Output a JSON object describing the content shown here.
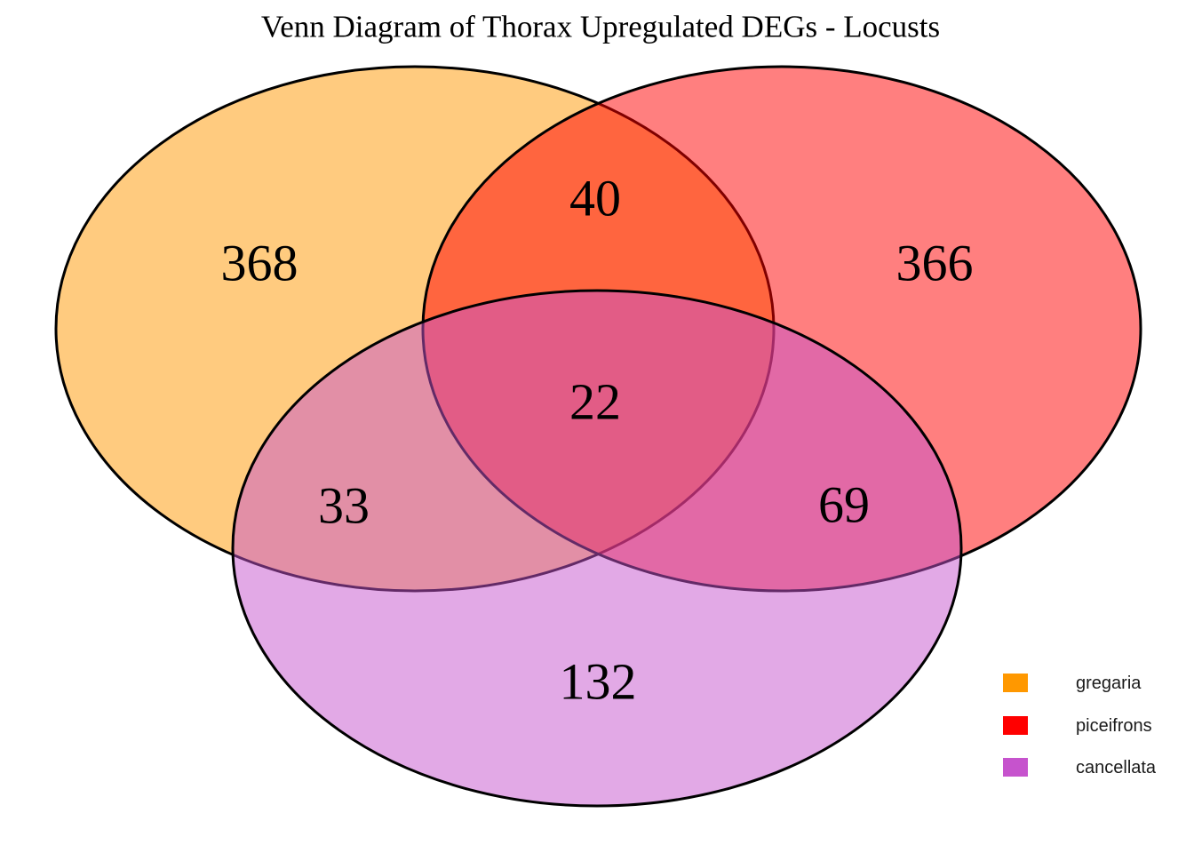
{
  "title": "Venn Diagram of Thorax Upregulated DEGs - Locusts",
  "colors": {
    "gregaria": "#FF9800",
    "piceifrons": "#FF0000",
    "cancellata": "#C653CD",
    "outline": "#000000",
    "text": "#000000",
    "background": "#FFFFFF"
  },
  "chart_data": {
    "type": "venn",
    "title": "Venn Diagram of Thorax Upregulated DEGs - Locusts",
    "sets": [
      "gregaria",
      "piceifrons",
      "cancellata"
    ],
    "regions": [
      {
        "sets": [
          "gregaria"
        ],
        "value": 368
      },
      {
        "sets": [
          "piceifrons"
        ],
        "value": 366
      },
      {
        "sets": [
          "gregaria",
          "piceifrons"
        ],
        "value": 40
      },
      {
        "sets": [
          "gregaria",
          "piceifrons",
          "cancellata"
        ],
        "value": 22
      },
      {
        "sets": [
          "gregaria",
          "cancellata"
        ],
        "value": 33
      },
      {
        "sets": [
          "piceifrons",
          "cancellata"
        ],
        "value": 69
      },
      {
        "sets": [
          "cancellata"
        ],
        "value": 132
      }
    ],
    "legend_position": "bottom-right",
    "fill_opacity": 0.5
  },
  "legend": {
    "items": [
      {
        "label": "gregaria",
        "color": "#FF9800"
      },
      {
        "label": "piceifrons",
        "color": "#FF0000"
      },
      {
        "label": "cancellata",
        "color": "#C653CD"
      }
    ]
  }
}
